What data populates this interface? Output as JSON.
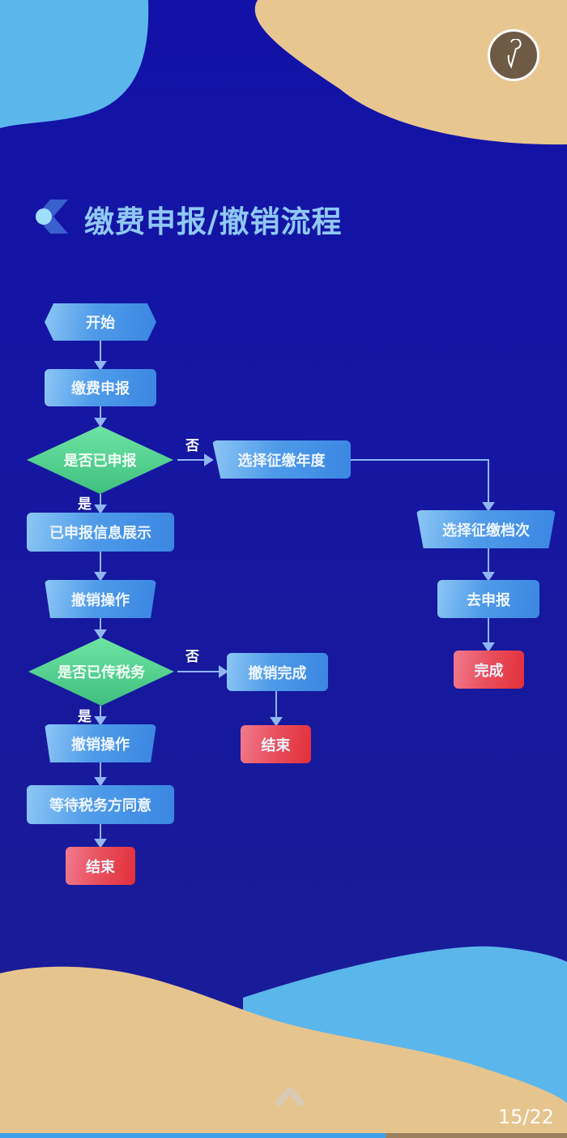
{
  "title": "缴费申报/撤销流程",
  "page_indicator": "15/22",
  "progress_fraction": 0.68,
  "colors": {
    "background": "#1212a8",
    "sand": "#e8c690",
    "sky": "#5bb6ec",
    "node_blue": "#4f9be9",
    "node_red": "#e94e5c",
    "decision_green": "#4fd08c"
  },
  "nodes": {
    "start": "开始",
    "declare": "缴费申报",
    "decision_declared": "是否已申报",
    "select_year": "选择征缴年度",
    "select_level": "选择征缴档次",
    "go_declare": "去申报",
    "done": "完成",
    "show_info": "已申报信息展示",
    "revoke_op_1": "撤销操作",
    "decision_tax": "是否已传税务",
    "revoke_done": "撤销完成",
    "end_mid": "结束",
    "revoke_op_2": "撤销操作",
    "wait_tax": "等待税务方同意",
    "end_left": "结束"
  },
  "edge_labels": {
    "no_1": "否",
    "yes_1": "是",
    "no_2": "否",
    "yes_2": "是"
  }
}
